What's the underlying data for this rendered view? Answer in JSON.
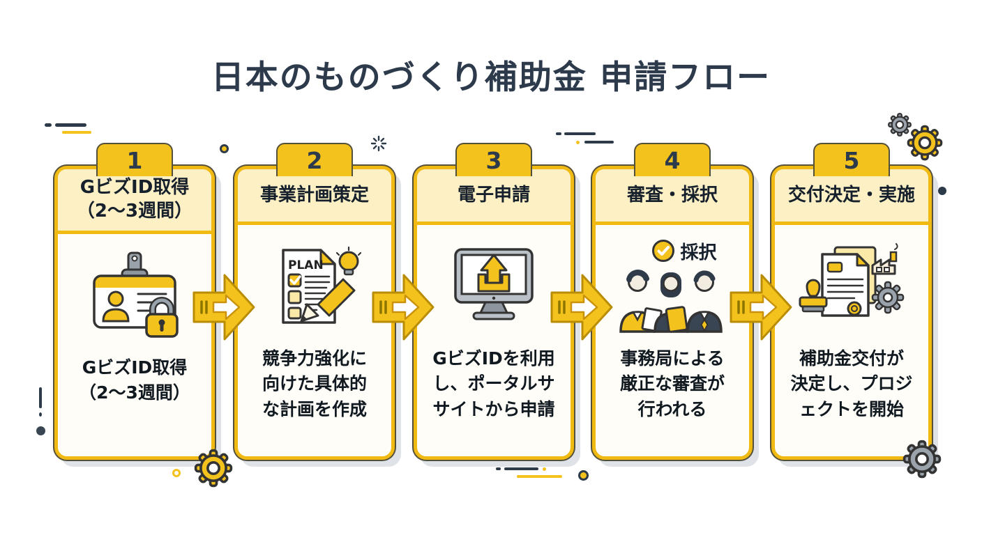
{
  "title": "日本のものづくり補助金 申請フロー",
  "colors": {
    "accent_yellow": "#f4c21c",
    "accent_yellow_dark": "#f0ba12",
    "accent_yellow_light": "#fcf0c4",
    "title_navy": "#2c3a4b",
    "text_dark": "#101820",
    "outline_dark": "#333333",
    "gray": "#9aa2ab",
    "shadow_gray": "#dfe3e8"
  },
  "steps": [
    {
      "number": "1",
      "header_lines": [
        "GビズID取得",
        "（2〜3週間）"
      ],
      "body_lines": [
        "GビズID取得",
        "（2〜3週間）"
      ],
      "icon": "id-card-lock-icon"
    },
    {
      "number": "2",
      "header_lines": [
        "事業計画策定"
      ],
      "body_lines": [
        "競争力強化に",
        "向けた具体的",
        "な計画を作成"
      ],
      "icon": "business-plan-icon",
      "icon_label": "PLAN"
    },
    {
      "number": "3",
      "header_lines": [
        "電子申請"
      ],
      "body_lines": [
        "GビズIDを利用",
        "し、ポータルサ",
        "サイトから申請"
      ],
      "icon": "computer-upload-icon"
    },
    {
      "number": "4",
      "header_lines": [
        "審査・採択"
      ],
      "body_lines": [
        "事務局による",
        "厳正な審査が",
        "行われる"
      ],
      "icon": "review-committee-icon",
      "badge": "採択"
    },
    {
      "number": "5",
      "header_lines": [
        "交付決定・実施"
      ],
      "body_lines": [
        "補助金交付が",
        "決定し、プロジ",
        "ェクトを開始"
      ],
      "icon": "grant-documents-icon"
    }
  ]
}
